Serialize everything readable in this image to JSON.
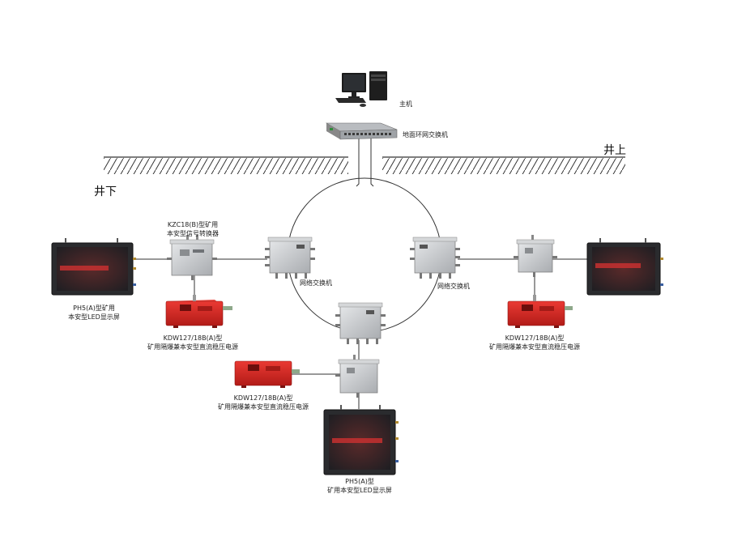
{
  "surface_label": "井上",
  "underground_label": "井下",
  "host": {
    "label": "主机"
  },
  "ring_switch_top": {
    "label": "地面环网交换机"
  },
  "left_converter": {
    "label_line1": "KZC18(B)型矿用",
    "label_line2": "本安型信号转换器"
  },
  "left_network_switch": {
    "label": "网络交换机"
  },
  "right_network_switch": {
    "label": "网络交换机"
  },
  "left_display": {
    "label_line1": "PH5(A)型矿用",
    "label_line2": "本安型LED显示屏"
  },
  "left_power": {
    "label_line1": "KDW127/18B(A)型",
    "label_line2": "矿用隔爆兼本安型直流稳压电源"
  },
  "right_power": {
    "label_line1": "KDW127/18B(A)型",
    "label_line2": "矿用隔爆兼本安型直流稳压电源"
  },
  "bottom_power": {
    "label_line1": "KDW127/18B(A)型",
    "label_line2": "矿用隔爆兼本安型直流稳压电源"
  },
  "bottom_display": {
    "label_line1": "PH5(A)型",
    "label_line2": "矿用本安型LED显示屏"
  },
  "colors": {
    "steel": "#c9cbcd",
    "power_red": "#d42a25",
    "screen_dark": "#3a1416",
    "line": "#333333"
  }
}
